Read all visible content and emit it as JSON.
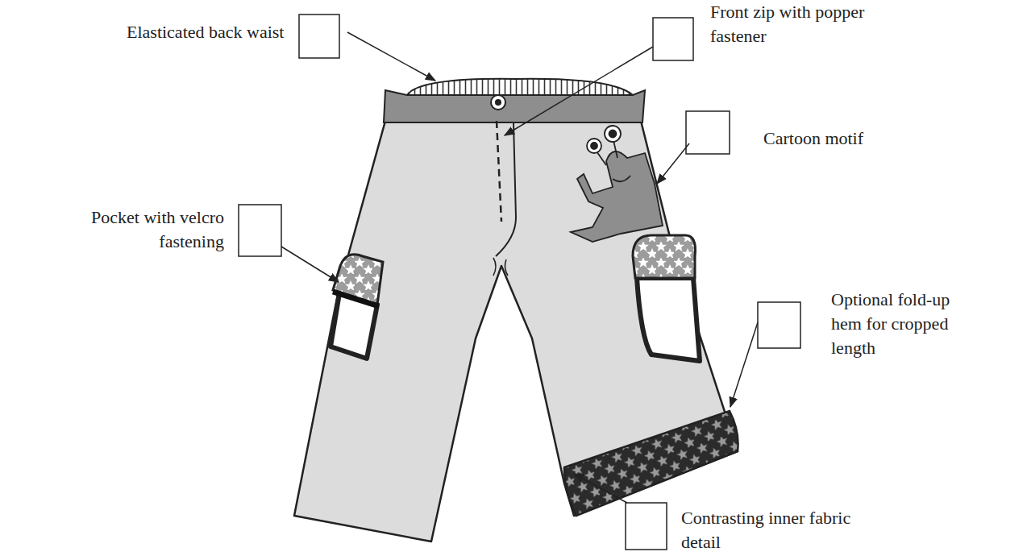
{
  "diagram": {
    "labels": [
      "Elasticated back waist",
      "Front zip with popper fastener",
      "Cartoon motif",
      "Pocket with velcro fastening",
      "Optional fold-up hem for cropped length",
      "Contrasting inner fabric detail"
    ]
  }
}
